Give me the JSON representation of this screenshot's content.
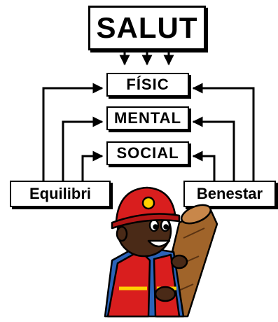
{
  "diagram": {
    "top": {
      "label": "SALUT"
    },
    "dimensions": [
      {
        "label": "FÍSIC"
      },
      {
        "label": "MENTAL"
      },
      {
        "label": "SOCIAL"
      }
    ],
    "left_source": {
      "label": "Equilibri"
    },
    "right_source": {
      "label": "Benestar"
    }
  },
  "colors": {
    "line": "#000000",
    "helmet": "#d91e1e",
    "vest": "#d91e1e",
    "skin": "#4a2a17",
    "shirt": "#2b63b8",
    "log": "#a0642a"
  },
  "illustration": {
    "icon": "worker-carrying-log-icon"
  }
}
